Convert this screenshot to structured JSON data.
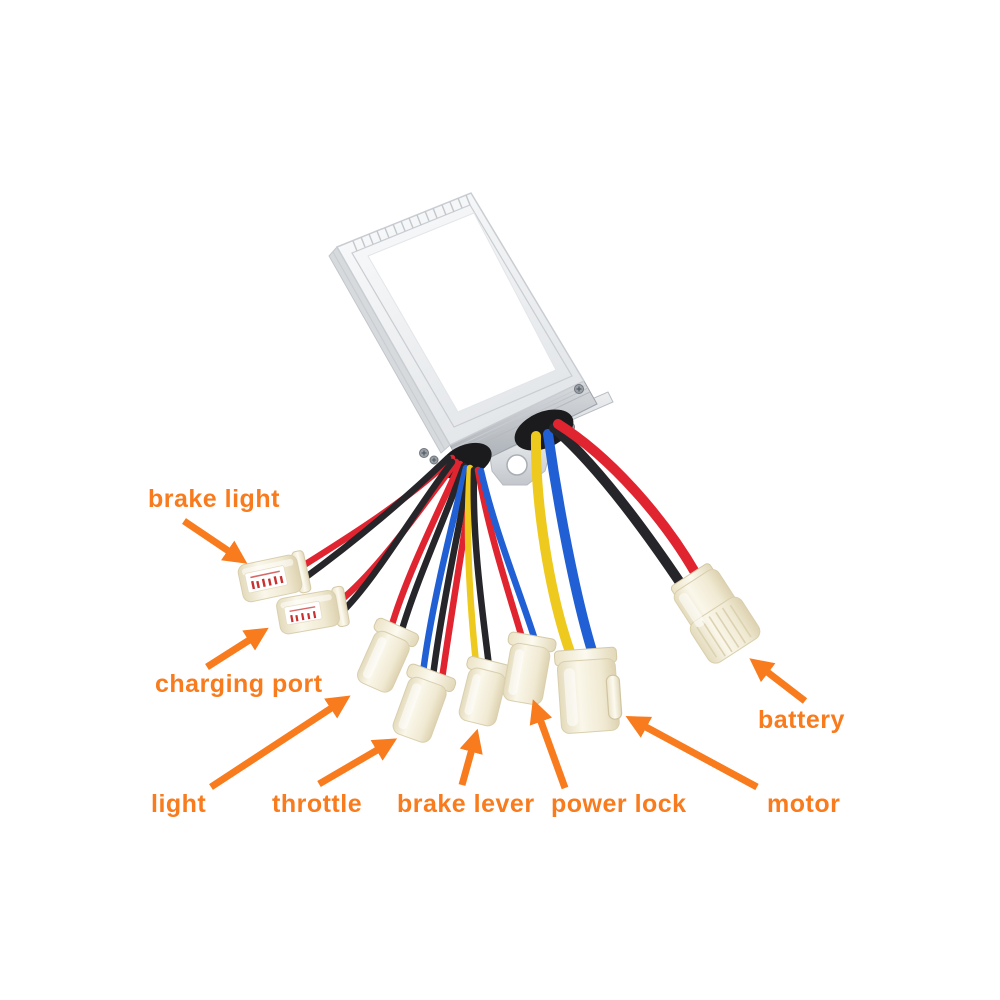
{
  "image_kind": "annotated product photo of a brushed motor speed controller with wiring harness",
  "colors": {
    "background": "#ffffff",
    "accent": "#f87b1d",
    "wire_red": "#e02531",
    "wire_black": "#26262a",
    "wire_blue": "#2160d4",
    "wire_yellow": "#eec91e",
    "grommet": "#1b1b1d",
    "connector": "#f2ecd6",
    "sticker_white": "#ffffff",
    "sticker_print_red": "#c93030",
    "metal_light": "#f4f5f7",
    "metal_dark": "#aeb3b9"
  },
  "annotations": [
    {
      "id": "brake-light",
      "label": "brake light"
    },
    {
      "id": "charging-port",
      "label": "charging port"
    },
    {
      "id": "light",
      "label": "light"
    },
    {
      "id": "throttle",
      "label": "throttle"
    },
    {
      "id": "brake-lever",
      "label": "brake lever"
    },
    {
      "id": "power-lock",
      "label": "power lock"
    },
    {
      "id": "motor",
      "label": "motor"
    },
    {
      "id": "battery",
      "label": "battery"
    }
  ]
}
